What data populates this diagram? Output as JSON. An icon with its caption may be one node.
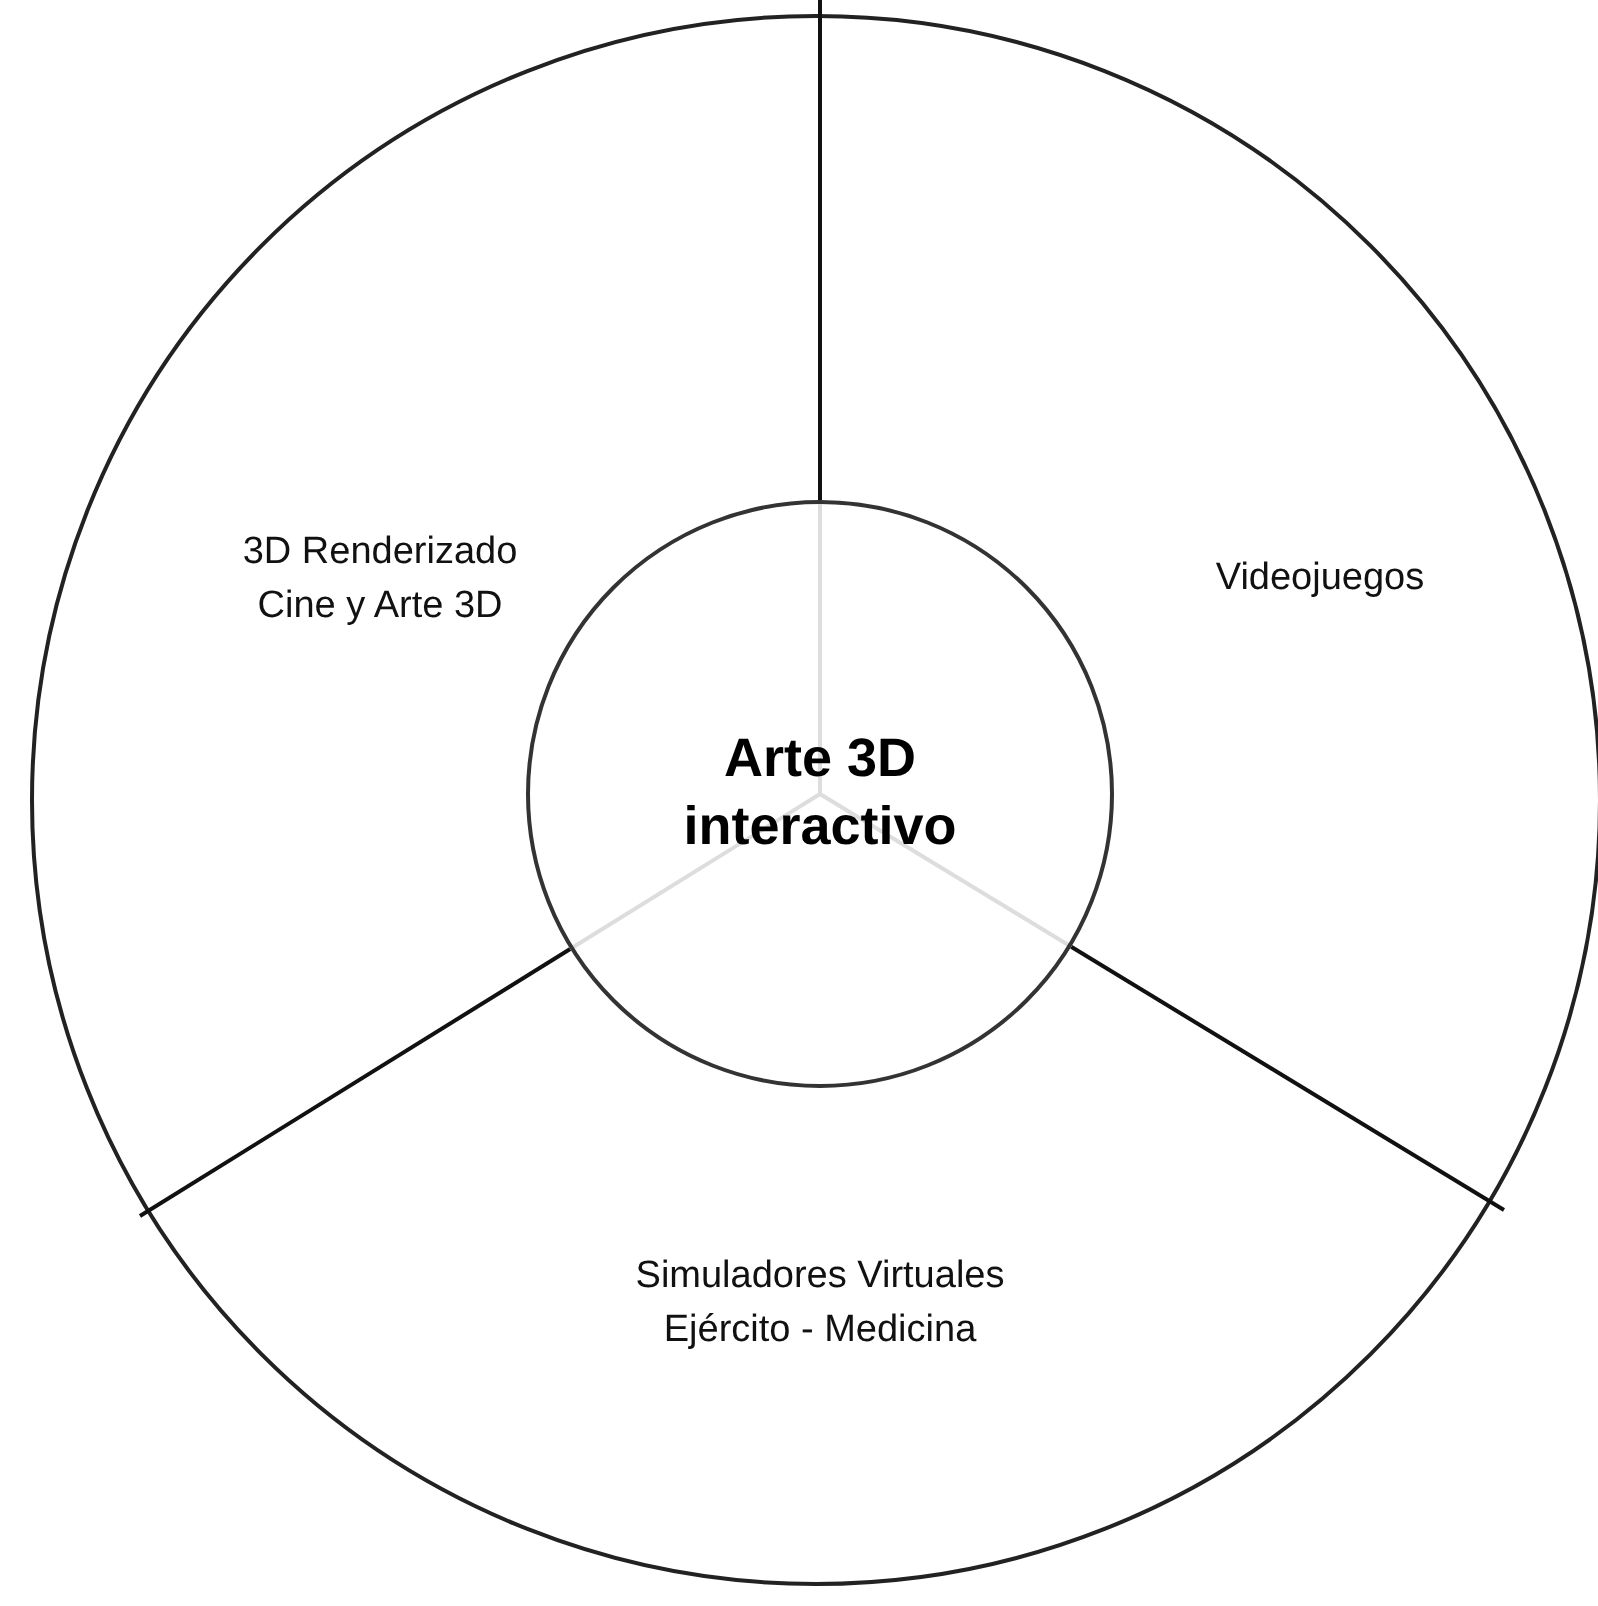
{
  "diagram": {
    "nodes": [
      {
        "text": [
          "Arte 3D interactivo"
        ]
      },
      {
        "text": [
          "3D Renderizado Cine y Arte 3D"
        ]
      },
      {
        "text": [
          "Videojuegos"
        ]
      },
      {
        "text": [
          "Simuladores Virtuales Ejército - Medicina"
        ]
      }
    ]
  }
}
